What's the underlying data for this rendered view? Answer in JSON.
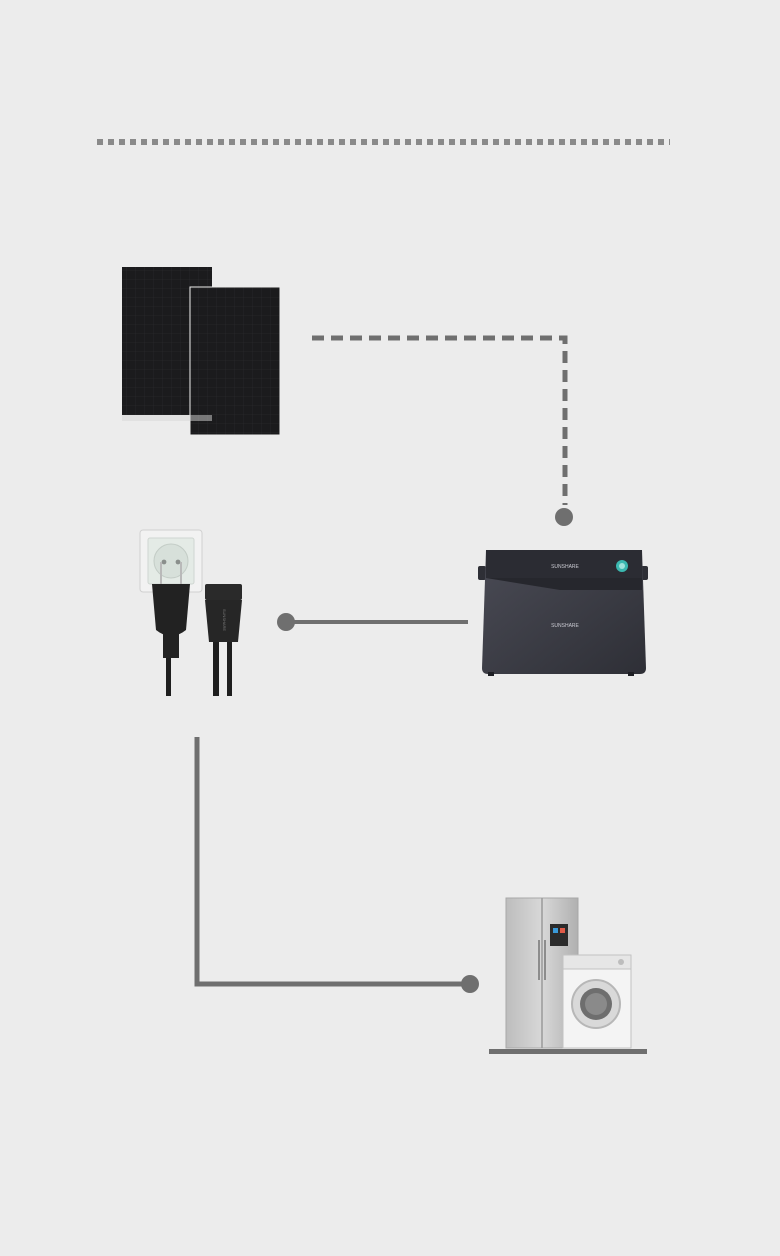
{
  "diagram": {
    "battery": {
      "brand_top": "SUNSHARE",
      "brand_front": "SUNSHARE"
    },
    "plug": {
      "connector_brand": "SUNSHARE"
    },
    "colors": {
      "background": "#ececec",
      "line": "#6f6f6f",
      "dotted_rule": "#8a8a8a",
      "panel": "#1b1b1d",
      "battery_body": "#3b3c44",
      "battery_indicator": "#3bb8b0"
    },
    "icons": [
      "solar-panel-icon",
      "wall-socket-plug-icon",
      "portable-battery-icon",
      "fridge-icon",
      "washing-machine-icon"
    ]
  }
}
